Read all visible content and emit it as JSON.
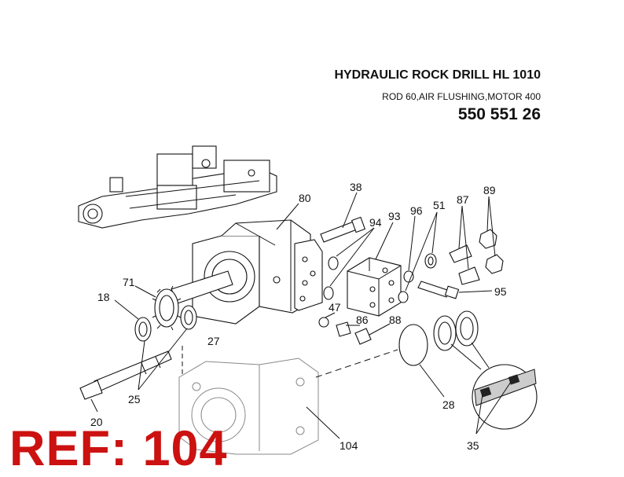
{
  "header": {
    "title": "HYDRAULIC ROCK DRILL HL 1010",
    "subtitle": "ROD 60,AIR FLUSHING,MOTOR 400",
    "part_number": "550 551 26"
  },
  "reference": "REF: 104",
  "callouts": [
    "80",
    "38",
    "94",
    "93",
    "96",
    "51",
    "87",
    "89",
    "71",
    "18",
    "95",
    "47",
    "86",
    "88",
    "27",
    "28",
    "25",
    "20",
    "104",
    "35"
  ]
}
